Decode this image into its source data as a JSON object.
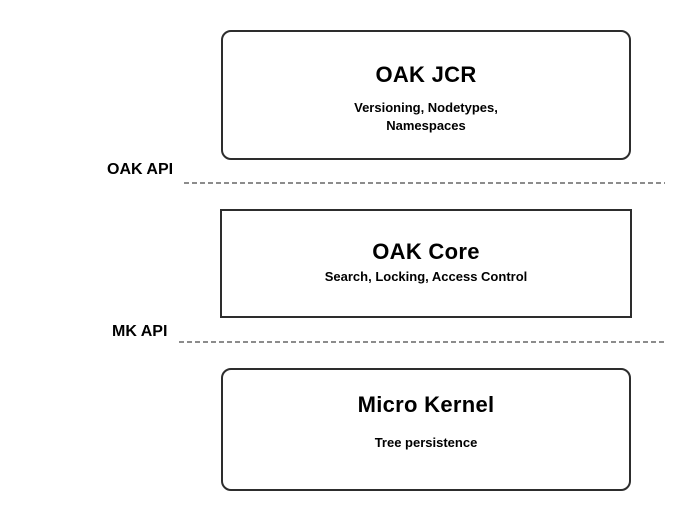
{
  "diagram": {
    "layers": [
      {
        "title": "OAK JCR",
        "subtitle": "Versioning, Nodetypes,\nNamespaces"
      },
      {
        "title": "OAK Core",
        "subtitle": "Search, Locking, Access Control"
      },
      {
        "title": "Micro Kernel",
        "subtitle": "Tree persistence"
      }
    ],
    "api_boundaries": [
      {
        "label": "OAK API"
      },
      {
        "label": "MK API"
      }
    ],
    "colors": {
      "background": "#ffffff",
      "box_border": "#2d2d2d",
      "text": "#000000",
      "dotted_line": "#8c8c8c"
    }
  }
}
